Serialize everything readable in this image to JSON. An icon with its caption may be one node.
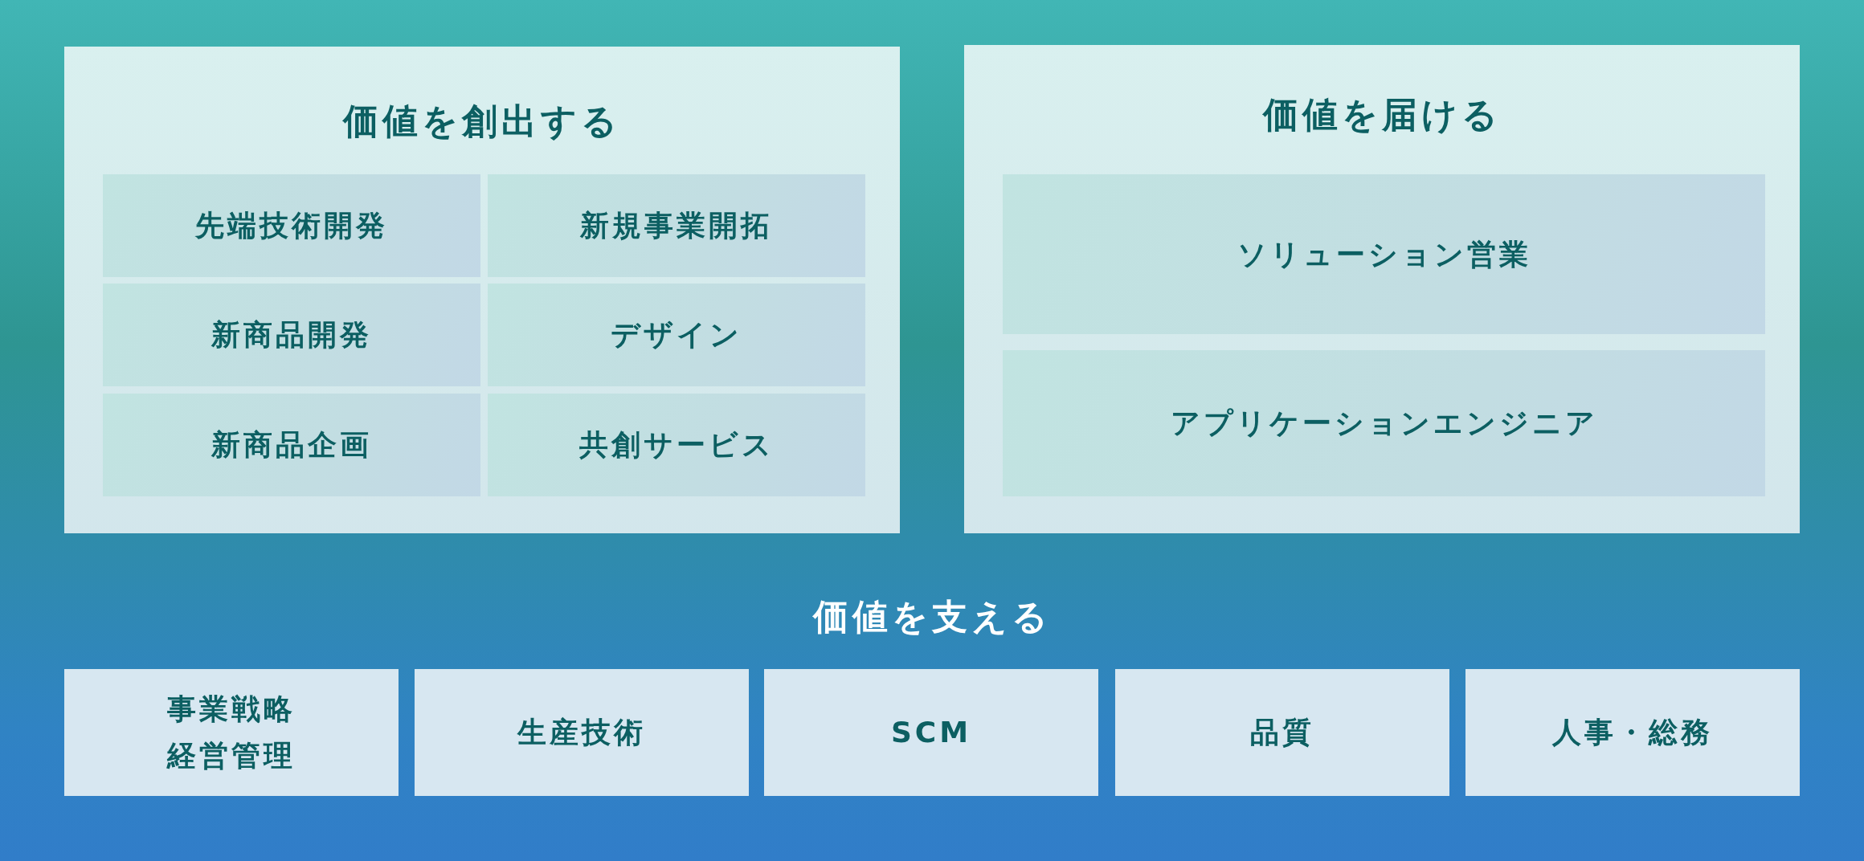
{
  "diagram": {
    "nodes": [
      {
        "text": [
          "価値を創出する"
        ]
      },
      {
        "text": [
          "先端技術開発"
        ],
        "in": 0
      },
      {
        "text": [
          "新規事業開拓"
        ],
        "in": 0
      },
      {
        "text": [
          "新商品開発"
        ],
        "in": 0
      },
      {
        "text": [
          "デザイン"
        ],
        "in": 0
      },
      {
        "text": [
          "新商品企画"
        ],
        "in": 0
      },
      {
        "text": [
          "共創サービス"
        ],
        "in": 0
      },
      {
        "text": [
          "価値を届ける"
        ]
      },
      {
        "text": [
          "ソリューション営業"
        ],
        "in": 7
      },
      {
        "text": [
          "アプリケーションエンジニア"
        ],
        "in": 7
      },
      {
        "text": [
          "事業戦略",
          "経営管理"
        ]
      },
      {
        "text": [
          "生産技術"
        ]
      },
      {
        "text": [
          "SCM"
        ]
      },
      {
        "text": [
          "品質"
        ]
      },
      {
        "text": [
          "人事・総務"
        ]
      }
    ],
    "edges": [],
    "labels": [
      "価値を支える"
    ]
  }
}
